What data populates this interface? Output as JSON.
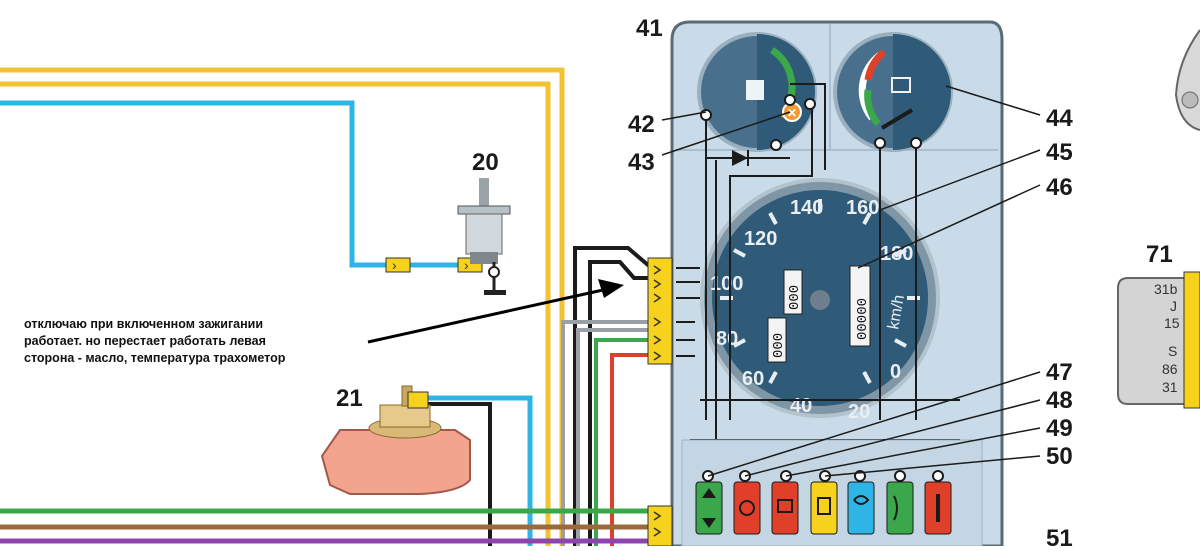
{
  "labels": {
    "n20": "20",
    "n21": "21",
    "n41": "41",
    "n42": "42",
    "n43": "43",
    "n44": "44",
    "n45": "45",
    "n46": "46",
    "n47": "47",
    "n48": "48",
    "n49": "49",
    "n50": "50",
    "n51": "51",
    "n71": "71"
  },
  "annotation": {
    "line1": "отключаю при включенном зажигании",
    "line2": "работает. но перестает работать левая",
    "line3": "сторона - масло, температура трахометор"
  },
  "speedometer": {
    "scale": [
      "20",
      "40",
      "60",
      "80",
      "100",
      "120",
      "140",
      "160",
      "180",
      "0"
    ],
    "unit": "km/h",
    "odometer": "00000",
    "trip": "000",
    "side": "000"
  },
  "connector71": {
    "pins": [
      "31b",
      "J",
      "15",
      "S",
      "86",
      "31"
    ]
  },
  "colors": {
    "wire_yellow": "#f2c230",
    "wire_blue": "#2fb4e6",
    "wire_green": "#3aa84a",
    "wire_brown": "#9b6a3c",
    "wire_red": "#e0402a",
    "wire_gray": "#9aa0a6",
    "wire_black": "#1b1b1b",
    "wire_purple": "#8e44ad",
    "cluster_bg": "#c9dbe8",
    "gauge_face": "#2f5a78"
  },
  "indicator_icons": [
    "turn-signal-arrows-icon",
    "brake-icon",
    "battery-icon",
    "parking-light-icon",
    "high-beam-icon",
    "fog-light-icon",
    "choke-icon"
  ]
}
